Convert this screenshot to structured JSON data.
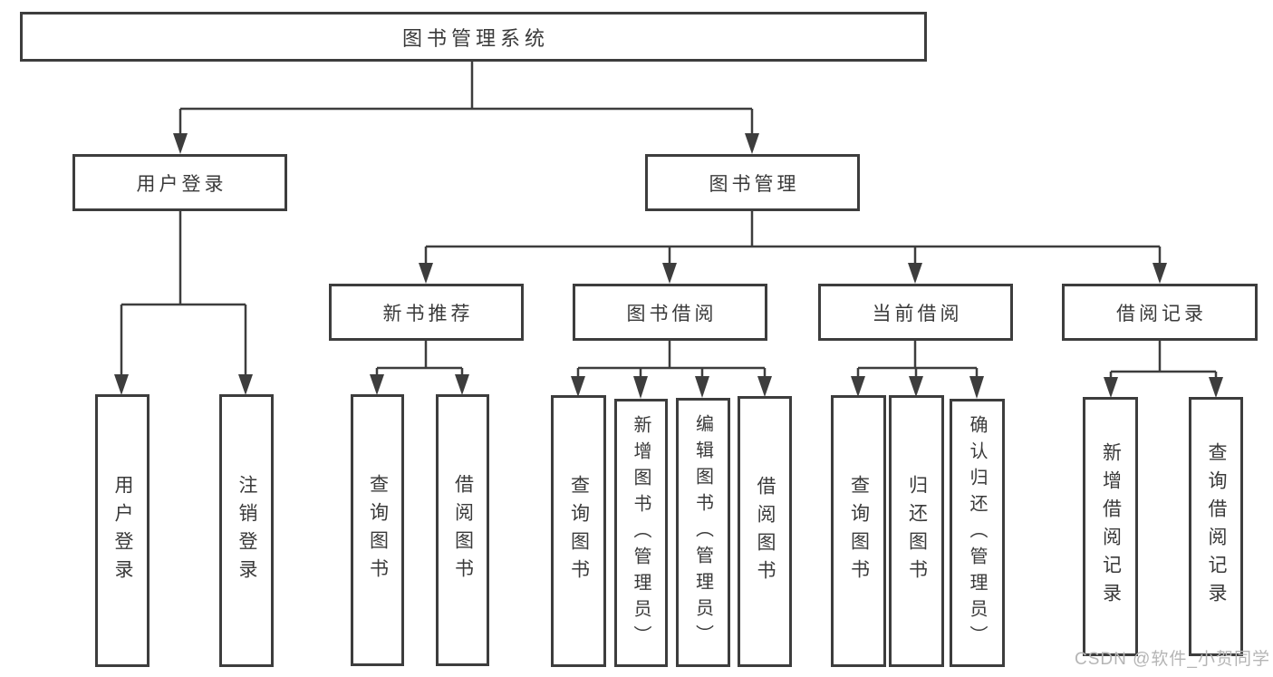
{
  "diagram": {
    "root": {
      "label": "图书管理系统"
    },
    "branches": [
      {
        "label": "用户登录",
        "children": [
          {
            "label": "用户登录"
          },
          {
            "label": "注销登录"
          }
        ]
      },
      {
        "label": "图书管理",
        "children": [
          {
            "label": "新书推荐",
            "children": [
              {
                "label": "查询图书"
              },
              {
                "label": "借阅图书"
              }
            ]
          },
          {
            "label": "图书借阅",
            "children": [
              {
                "label": "查询图书"
              },
              {
                "label": "新增图书（管理员）"
              },
              {
                "label": "编辑图书（管理员）"
              },
              {
                "label": "借阅图书"
              }
            ]
          },
          {
            "label": "当前借阅",
            "children": [
              {
                "label": "查询图书"
              },
              {
                "label": "归还图书"
              },
              {
                "label": "确认归还（管理员）"
              }
            ]
          },
          {
            "label": "借阅记录",
            "children": [
              {
                "label": "新增借阅记录"
              },
              {
                "label": "查询借阅记录"
              }
            ]
          }
        ]
      }
    ]
  },
  "watermark": {
    "text": "CSDN @软件_小贺同学"
  },
  "colors": {
    "line": "#3d3d3d",
    "text": "#3a3a3a",
    "watermark": "#b5b5b5",
    "background": "#ffffff"
  }
}
